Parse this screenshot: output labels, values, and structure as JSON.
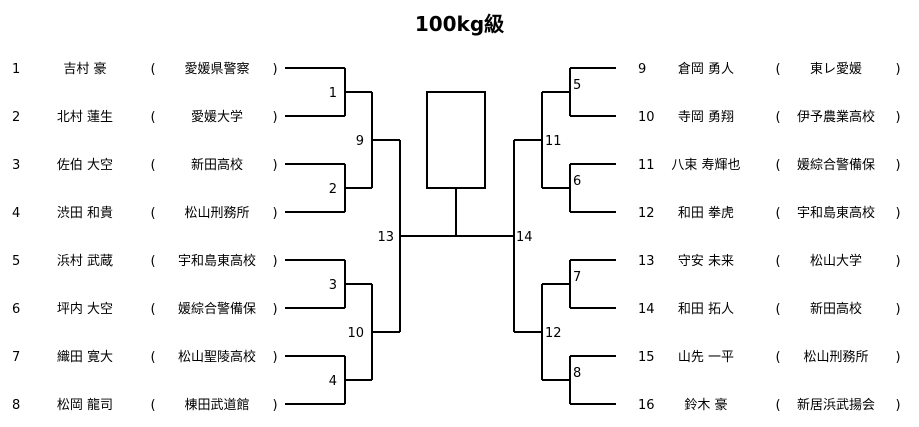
{
  "title": "100kg級",
  "left_entries": [
    {
      "seed": "1",
      "name": "吉村 豪",
      "affiliation": "愛媛県警察"
    },
    {
      "seed": "2",
      "name": "北村 蓮生",
      "affiliation": "愛媛大学"
    },
    {
      "seed": "3",
      "name": "佐伯 大空",
      "affiliation": "新田高校"
    },
    {
      "seed": "4",
      "name": "渋田 和貴",
      "affiliation": "松山刑務所"
    },
    {
      "seed": "5",
      "name": "浜村 武蔵",
      "affiliation": "宇和島東高校"
    },
    {
      "seed": "6",
      "name": "坪内 大空",
      "affiliation": "媛綜合警備保"
    },
    {
      "seed": "7",
      "name": "織田 寛大",
      "affiliation": "松山聖陵高校"
    },
    {
      "seed": "8",
      "name": "松岡 龍司",
      "affiliation": "棟田武道館"
    }
  ],
  "right_entries": [
    {
      "seed": "9",
      "name": "倉岡 勇人",
      "affiliation": "東レ愛媛"
    },
    {
      "seed": "10",
      "name": "寺岡 勇翔",
      "affiliation": "伊予農業高校"
    },
    {
      "seed": "11",
      "name": "八束 寿輝也",
      "affiliation": "媛綜合警備保"
    },
    {
      "seed": "12",
      "name": "和田 拳虎",
      "affiliation": "宇和島東高校"
    },
    {
      "seed": "13",
      "name": "守安 未来",
      "affiliation": "松山大学"
    },
    {
      "seed": "14",
      "name": "和田 拓人",
      "affiliation": "新田高校"
    },
    {
      "seed": "15",
      "name": "山先 一平",
      "affiliation": "松山刑務所"
    },
    {
      "seed": "16",
      "name": "鈴木 豪",
      "affiliation": "新居浜武揚会"
    }
  ],
  "matches": {
    "left_r1": [
      "1",
      "2",
      "3",
      "4"
    ],
    "left_r2": [
      "9",
      "10"
    ],
    "left_semi": "13",
    "right_r1": [
      "5",
      "6",
      "7",
      "8"
    ],
    "right_r2": [
      "11",
      "12"
    ],
    "right_semi": "14"
  },
  "paren_open": "(",
  "paren_close": ")"
}
